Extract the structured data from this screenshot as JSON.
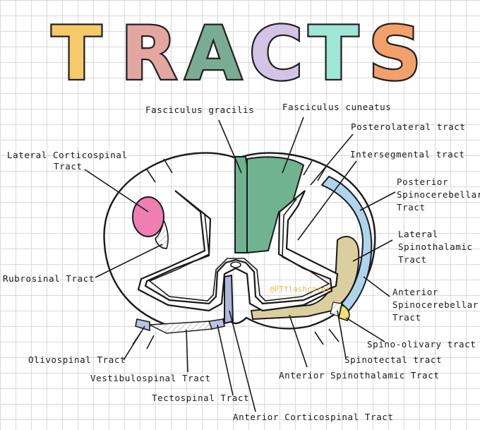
{
  "title": {
    "letters": [
      "T",
      "R",
      "A",
      "C",
      "T",
      "S"
    ],
    "colors": [
      "#f6c96a",
      "#e4a6a0",
      "#79ad93",
      "#d3c4e6",
      "#9fe6d6",
      "#f4a06a"
    ]
  },
  "watermark": "@PTflashcards",
  "labels": {
    "fasciculus_gracilis": "Fasciculus gracilis",
    "fasciculus_cuneatus": "Fasciculus cuneatus",
    "posterolateral_tract": "Posterolateral tract",
    "intersegmental_tract": "Intersegmental tract",
    "lateral_corticospinal_1": "Lateral Corticospinal",
    "lateral_corticospinal_2": "Tract",
    "posterior_spinocerebellar_1": "Posterior",
    "posterior_spinocerebellar_2": "Spinocerebellar",
    "posterior_spinocerebellar_3": "Tract",
    "lateral_spinothalamic_1": "Lateral",
    "lateral_spinothalamic_2": "Spinothalamic",
    "lateral_spinothalamic_3": "Tract",
    "rubrospinal": "Rubrosinal Tract",
    "anterior_spinocerebellar_1": "Anterior",
    "anterior_spinocerebellar_2": "Spinocerebellar",
    "anterior_spinocerebellar_3": "Tract",
    "spino_olivary": "Spino-olivary tract",
    "spinotectal": "Spinotectal tract",
    "anterior_spinothalamic": "Anterior Spinothalamic Tract",
    "olivospinal": "Olivospinal Tract",
    "vestibulospinal": "Vestibulospinal Tract",
    "tectospinal": "Tectospinal Tract",
    "anterior_corticospinal": "Anterior Corticospinal Tract"
  },
  "colors": {
    "white_matter": "#fcefe8",
    "dorsal_columns": "#6fb391",
    "lateral_corticospinal": "#ef7eb3",
    "posterior_spinocerebellar": "#aed4ee",
    "lateral_spinothalamic": "#dccf9f",
    "anterior_corticospinal": "#aeb9dc",
    "olivospinal": "#b9c3e6",
    "spino_olivary": "#f3e36b",
    "vestibulospinal": "#d6ecf0"
  }
}
